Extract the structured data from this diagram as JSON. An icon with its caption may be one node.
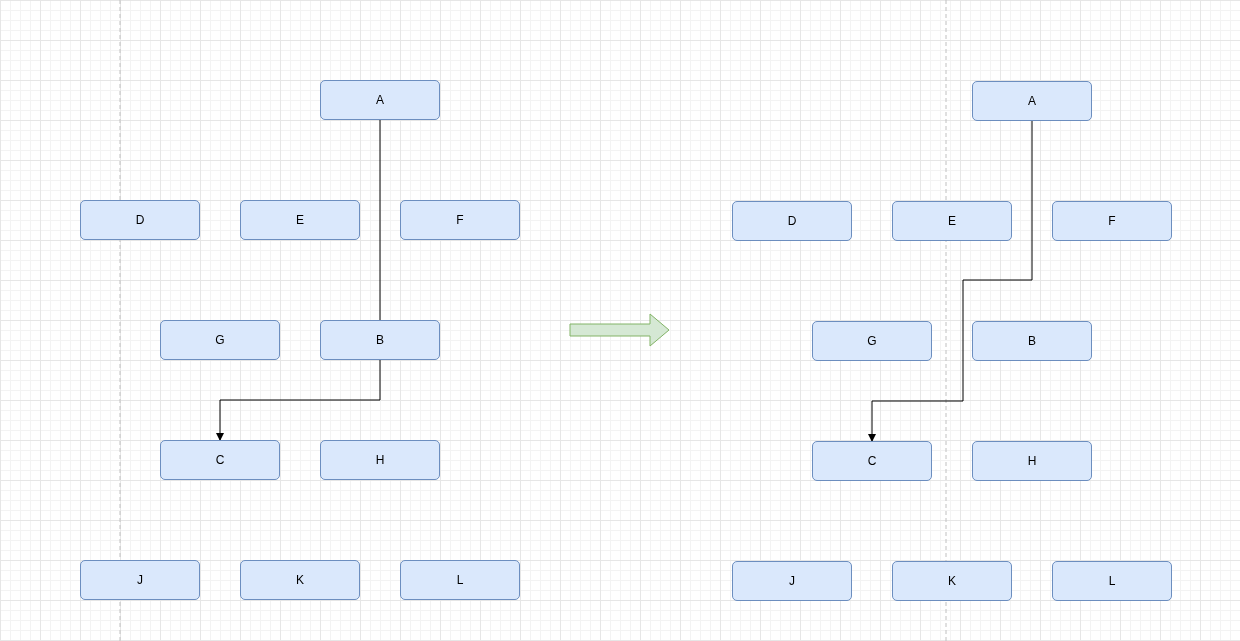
{
  "diagram": {
    "nodes": [
      {
        "text": [
          "A"
        ]
      },
      {
        "text": [
          "D"
        ]
      },
      {
        "text": [
          "E"
        ]
      },
      {
        "text": [
          "F"
        ]
      },
      {
        "text": [
          "G"
        ]
      },
      {
        "text": [
          "B"
        ]
      },
      {
        "text": [
          "C"
        ]
      },
      {
        "text": [
          "H"
        ]
      },
      {
        "text": [
          "J"
        ]
      },
      {
        "text": [
          "K"
        ]
      },
      {
        "text": [
          "L"
        ]
      },
      {
        "text": [
          "A"
        ]
      },
      {
        "text": [
          "D"
        ]
      },
      {
        "text": [
          "E"
        ]
      },
      {
        "text": [
          "F"
        ]
      },
      {
        "text": [
          "G"
        ]
      },
      {
        "text": [
          "B"
        ]
      },
      {
        "text": [
          "C"
        ]
      },
      {
        "text": [
          "H"
        ]
      },
      {
        "text": [
          "J"
        ]
      },
      {
        "text": [
          "K"
        ]
      },
      {
        "text": [
          "L"
        ]
      }
    ],
    "edges": [
      {
        "from": 0,
        "to": 5,
        "arrow": "none"
      },
      {
        "from": 5,
        "to": 6,
        "arrow": "to"
      },
      {
        "from": 11,
        "to": 17,
        "arrow": "to"
      }
    ]
  }
}
